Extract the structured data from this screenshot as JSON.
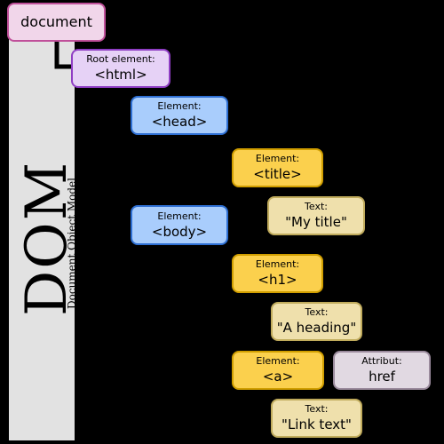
{
  "sidebar": {
    "title": "DOM",
    "subtitle": "Document Object Model"
  },
  "nodes": {
    "document": {
      "value": "document"
    },
    "html": {
      "label": "Root element:",
      "value": "<html>"
    },
    "head": {
      "label": "Element:",
      "value": "<head>"
    },
    "title": {
      "label": "Element:",
      "value": "<title>"
    },
    "title_text": {
      "label": "Text:",
      "value": "\"My title\""
    },
    "body": {
      "label": "Element:",
      "value": "<body>"
    },
    "h1": {
      "label": "Element:",
      "value": "<h1>"
    },
    "h1_text": {
      "label": "Text:",
      "value": "\"A heading\""
    },
    "a": {
      "label": "Element:",
      "value": "<a>"
    },
    "attr": {
      "label": "Attribut:",
      "value": "href"
    },
    "a_text": {
      "label": "Text:",
      "value": "\"Link text\""
    }
  },
  "colors": {
    "background": "#000000",
    "sidebar": "#e2e2e2",
    "document": "#f1d6ea",
    "root_element": "#e6d2f6",
    "head_body_element": "#a9cdfc",
    "element": "#fbd04d",
    "text": "#efe0ac",
    "attribute": "#e1d9e2",
    "connector": "#000000"
  }
}
